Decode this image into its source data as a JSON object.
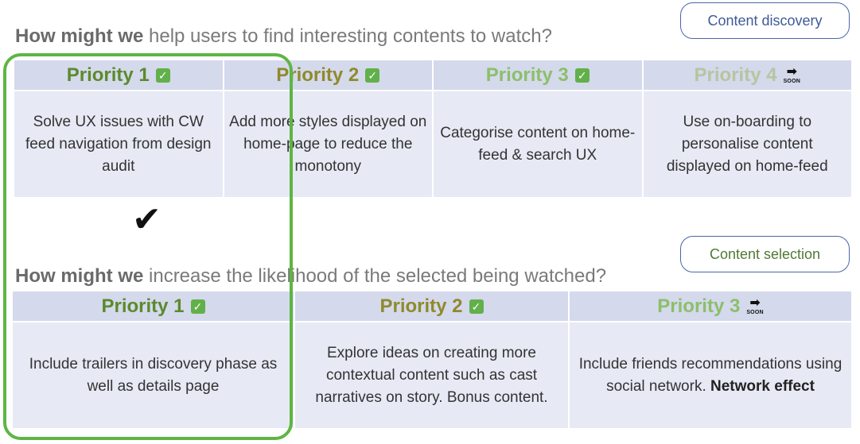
{
  "colors": {
    "p1": "#5c8a2c",
    "p2": "#8f8a2c",
    "p3": "#8cbf6a",
    "p4": "#b9c4a0",
    "highlight": "#5fb544",
    "pill_blue": "#3f5a9a",
    "pill_green": "#4f7a36"
  },
  "section1": {
    "tag": "Content discovery",
    "hmw_bold": "How might we",
    "hmw_rest": " help users to find interesting contents to watch?",
    "columns": [
      {
        "header": "Priority 1",
        "status": "check",
        "body": "Solve UX issues with CW feed navigation from design audit"
      },
      {
        "header": "Priority 2",
        "status": "check",
        "body": "Add more styles displayed on home-page to reduce the monotony"
      },
      {
        "header": "Priority 3",
        "status": "check",
        "body": "Categorise content on home-feed & search UX"
      },
      {
        "header": "Priority 4",
        "status": "soon",
        "body": "Use on-boarding to personalise content displayed on home-feed"
      }
    ]
  },
  "section2": {
    "tag": "Content selection",
    "hmw_bold": "How might we",
    "hmw_rest": " increase the likelihood of the selected being watched?",
    "columns": [
      {
        "header": "Priority 1",
        "status": "check",
        "body": "Include trailers in discovery phase as well as details page"
      },
      {
        "header": "Priority 2",
        "status": "check",
        "body": "Explore ideas on creating more contextual content such as cast narratives on story. Bonus content."
      },
      {
        "header": "Priority 3",
        "status": "soon",
        "body": "Include friends recommendations using social network.",
        "body_bold": "Network effect"
      }
    ]
  },
  "checkmark": "✔",
  "check_glyph": "✓",
  "soon_arrow": "➡",
  "soon_label": "SOON"
}
